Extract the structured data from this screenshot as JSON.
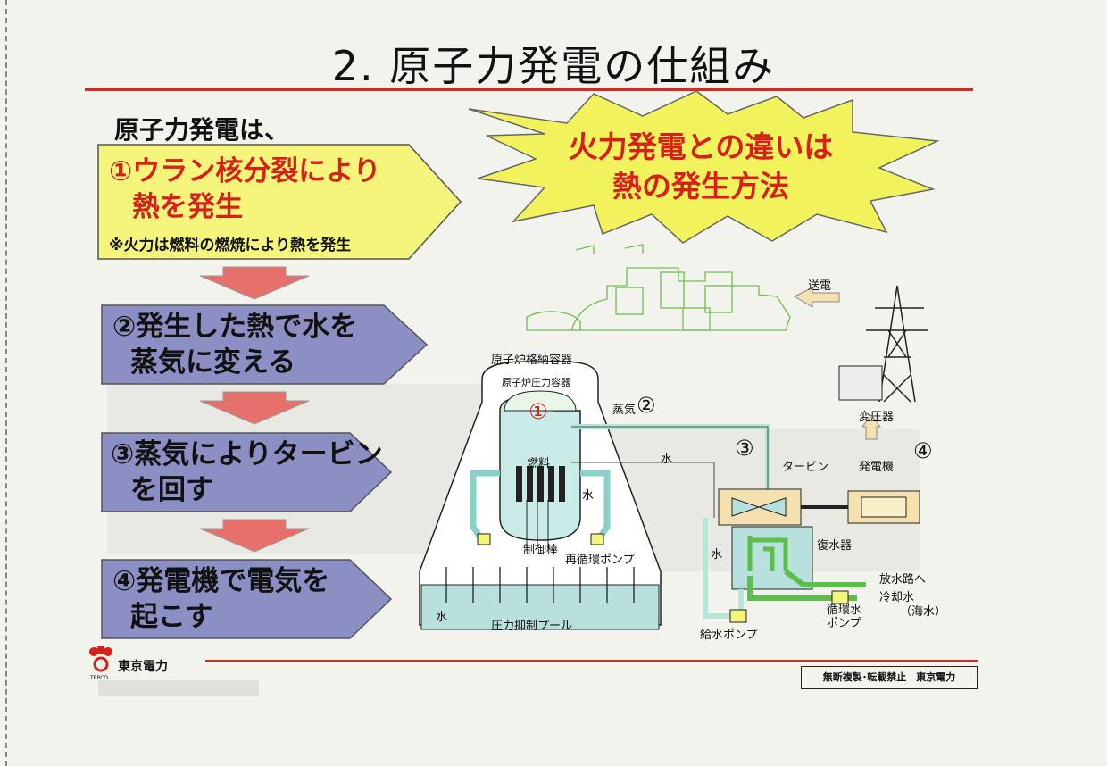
{
  "title": "2. 原子力発電の仕組み",
  "intro": "原子力発電は、",
  "steps": [
    {
      "line1": "①ウラン核分裂により",
      "line2": "熱を発生",
      "note": "※火力は燃料の燃焼により熱を発生"
    },
    {
      "line1": "②発生した熱で水を",
      "line2": "蒸気に変える"
    },
    {
      "line1": "③蒸気によりタービン",
      "line2": "を回す"
    },
    {
      "line1": "④発電機で電気を",
      "line2": "起こす"
    }
  ],
  "callout": {
    "line1": "火力発電との違いは",
    "line2": "熱の発生方法"
  },
  "diagram": {
    "transmission": "送電",
    "containment_vessel": "原子炉格納容器",
    "pressure_vessel": "原子炉圧力容器",
    "marker1": "①",
    "steam": "蒸気",
    "marker2": "②",
    "water_return": "水",
    "marker3": "③",
    "turbine": "タービン",
    "generator": "発電機",
    "marker4": "④",
    "transformer": "変圧器",
    "fuel": "燃料",
    "water_in_core": "水",
    "control_rods": "制御棒",
    "recirc_pump": "再循環ポンプ",
    "condenser": "復水器",
    "water_feed": "水",
    "discharge": "放水路へ",
    "cooling_water": "冷却水",
    "seawater": "（海水）",
    "circ_pump_line1": "循環水",
    "circ_pump_line2": "ポンプ",
    "feed_pump": "給水ポンプ",
    "pool_water": "水",
    "suppression_pool": "圧力抑制プール"
  },
  "logo": {
    "name": "東京電力",
    "sub": "TEPCO"
  },
  "copyright": "無断複製･転載禁止　東京電力",
  "colors": {
    "accent_red": "#e3241b",
    "step1_fill": "#f4f57a",
    "step_fill": "#8b8fc4",
    "arrow_fill": "#e8706a",
    "burst_fill": "#f2f25c",
    "city_green": "#6ec050",
    "pipe_green": "#5cbf4a"
  }
}
